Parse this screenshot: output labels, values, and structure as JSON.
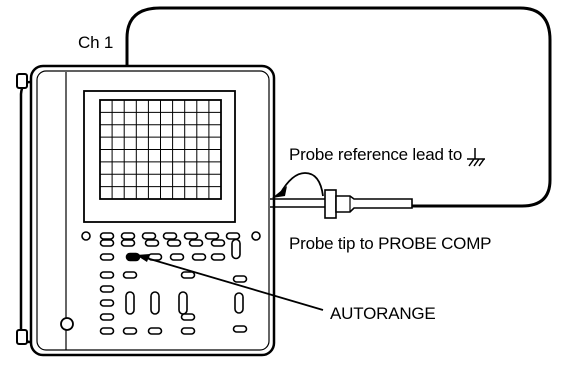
{
  "labels": {
    "channel": "Ch 1",
    "probe_reference": "Probe reference lead to",
    "probe_tip": "Probe tip to PROBE COMP",
    "autorange": "AUTORANGE"
  },
  "icons": {
    "ground": "ground-symbol-icon"
  },
  "colors": {
    "line": "#000000",
    "background": "#ffffff",
    "highlight_button": "#000000"
  }
}
